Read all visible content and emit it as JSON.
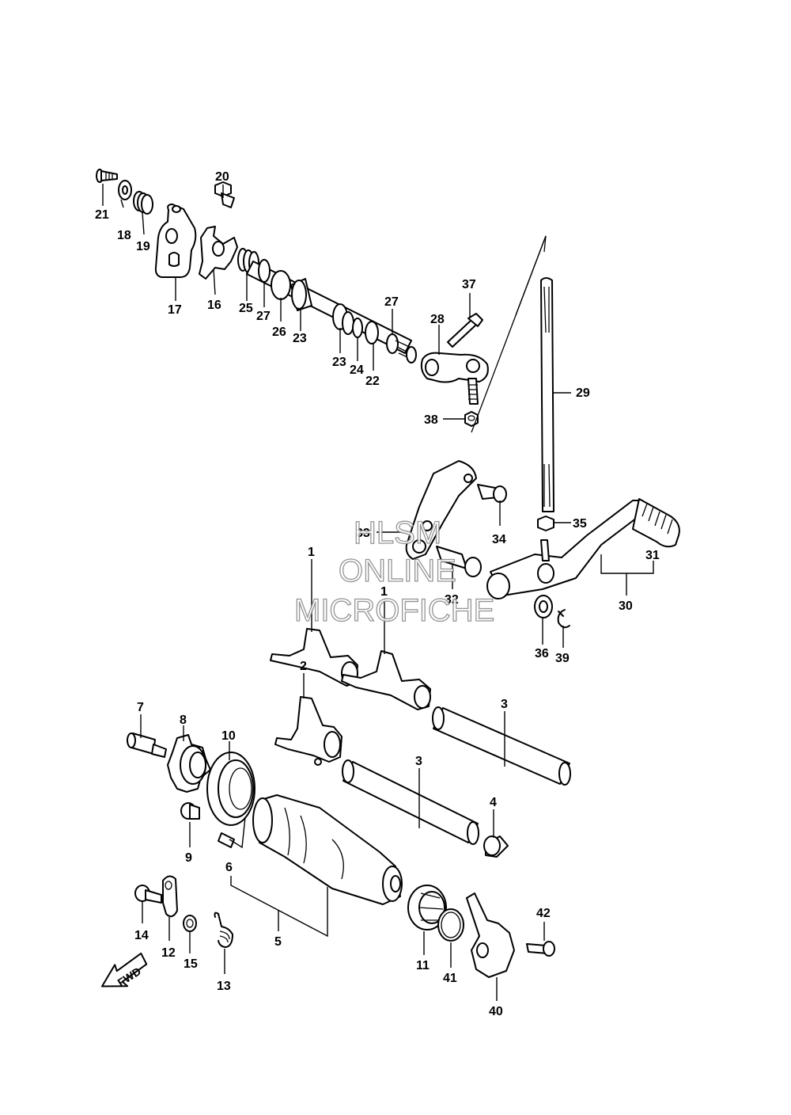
{
  "watermark": {
    "line1": "HLSM",
    "line2": "ONLINE",
    "line3": "MICROFICHE"
  },
  "direction_arrow": {
    "label": "FWD"
  },
  "callouts": {
    "c1a": "1",
    "c1b": "1",
    "c2": "2",
    "c3a": "3",
    "c3b": "3",
    "c4": "4",
    "c5": "5",
    "c6": "6",
    "c7": "7",
    "c8": "8",
    "c9": "9",
    "c10": "10",
    "c11": "11",
    "c12": "12",
    "c13": "13",
    "c14": "14",
    "c15": "15",
    "c16": "16",
    "c17": "17",
    "c18": "18",
    "c19": "19",
    "c20": "20",
    "c21": "21",
    "c22": "22",
    "c23a": "23",
    "c23b": "23",
    "c24": "24",
    "c25": "25",
    "c26": "26",
    "c27a": "27",
    "c27b": "27",
    "c28": "28",
    "c29": "29",
    "c30": "30",
    "c31": "31",
    "c32": "32",
    "c33": "33",
    "c34": "34",
    "c35": "35",
    "c36": "36",
    "c37": "37",
    "c38": "38",
    "c39": "39",
    "c40": "40",
    "c41": "41",
    "c42": "42"
  }
}
